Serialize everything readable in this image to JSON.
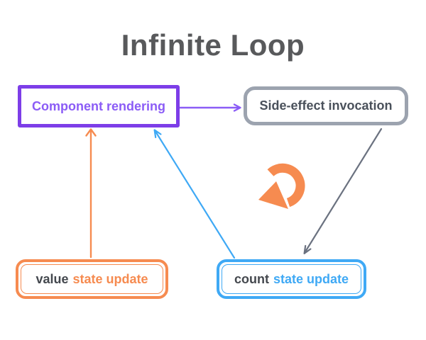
{
  "title": "Infinite Loop",
  "colors": {
    "title_text": "#58595B",
    "purple_border": "#7D3EE8",
    "purple_text": "#8B5CF6",
    "purple_arrow": "#8B5CF6",
    "gray_border": "#9CA3AF",
    "gray_text": "#4A515B",
    "gray_arrow": "#6B7280",
    "orange": "#F68B50",
    "blue": "#3FA9F5",
    "dark_label_text": "#44484E",
    "background": "#FFFFFF"
  },
  "nodes": {
    "component_rendering": {
      "label": "Component rendering"
    },
    "side_effect": {
      "label": "Side-effect invocation"
    },
    "value_update": {
      "prefix": "value",
      "suffix": "state update"
    },
    "count_update": {
      "prefix": "count",
      "suffix": "state update"
    }
  },
  "edges": [
    {
      "id": "render-to-sideeffect",
      "from": "component_rendering",
      "to": "side_effect",
      "color": "#8B5CF6"
    },
    {
      "id": "sideeffect-to-count",
      "from": "side_effect",
      "to": "count_update",
      "color": "#6B7280"
    },
    {
      "id": "count-to-render",
      "from": "count_update",
      "to": "component_rendering",
      "color": "#3FA9F5"
    },
    {
      "id": "value-to-render",
      "from": "value_update",
      "to": "component_rendering",
      "color": "#F68B50"
    }
  ],
  "icons": {
    "loop": "clockwise-loop-arrow"
  }
}
